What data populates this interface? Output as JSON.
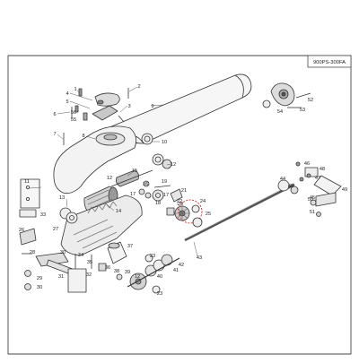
{
  "title": "900PS-300FA",
  "colors": {
    "line": "#333333",
    "leader": "#555555",
    "fill_light": "#f4f4f4",
    "fill_mid": "#d8d8d8",
    "fill_dark": "#9a9a9a",
    "highlight": "#d93030"
  },
  "callouts": [
    "1",
    "2",
    "3",
    "4",
    "5",
    "6",
    "7",
    "8",
    "9",
    "10",
    "11",
    "12",
    "13",
    "14",
    "15",
    "16",
    "17",
    "18",
    "19",
    "20",
    "21",
    "22",
    "23",
    "24",
    "25",
    "26",
    "27",
    "28",
    "29",
    "30",
    "31",
    "32",
    "33",
    "34",
    "35",
    "36",
    "37",
    "38",
    "39",
    "40",
    "41",
    "42",
    "43",
    "44",
    "45",
    "46",
    "47",
    "48",
    "49",
    "50",
    "51",
    "52",
    "53",
    "54",
    "55",
    "56"
  ],
  "extra_callouts": {
    "c12b": "12",
    "c12c": "12",
    "c17b": "17",
    "c23b": "23",
    "c30b": "30",
    "c45b": "45"
  },
  "highlighted_part": "22"
}
